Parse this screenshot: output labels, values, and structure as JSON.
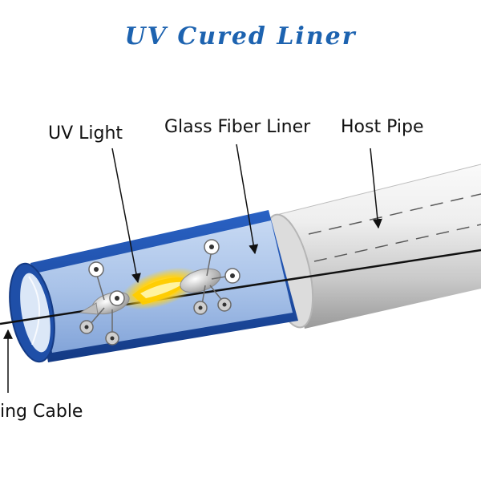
{
  "title": "UV Cured Liner",
  "labels": {
    "uv_light": "UV Light",
    "glass_fiber_liner": "Glass Fiber Liner",
    "host_pipe": "Host Pipe",
    "cable": "ing Cable"
  },
  "colors": {
    "title": "#1d63b0",
    "liner_blue": "#1f4fa8",
    "liner_inner": "#cfe0f5",
    "host_pipe_light": "#f4f4f4",
    "host_pipe_dark": "#9a9a9a",
    "uv_glow": "#ffd21a",
    "text": "#111111"
  }
}
